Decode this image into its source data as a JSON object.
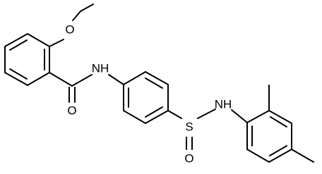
{
  "molecule": {
    "atoms": {
      "methoxy_O": "O",
      "amide_NH": "NH",
      "carbonyl_O": "O",
      "sulfonyl_S": "S",
      "sulfonyl_O": "O",
      "sulfonamide_NH": "NH"
    }
  }
}
